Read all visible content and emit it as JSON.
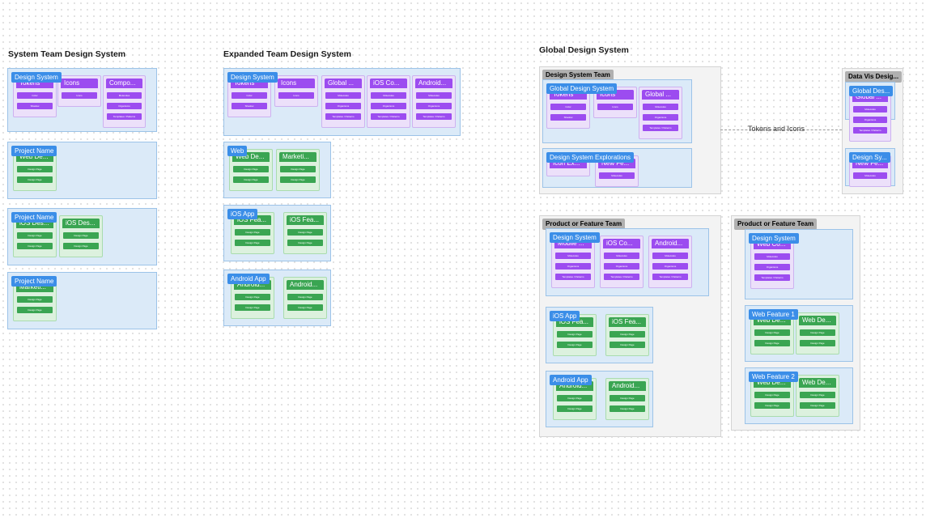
{
  "titles": {
    "system_team": "System Team Design System",
    "expanded_team": "Expanded Team Design System",
    "global": "Global Design System"
  },
  "sections": [
    {
      "id": "sec-design-system-team",
      "label": "Design System Team"
    },
    {
      "id": "sec-data-vis",
      "label": "Data Vis Desig..."
    },
    {
      "id": "sec-product-1",
      "label": "Product or Feature Team"
    },
    {
      "id": "sec-product-2",
      "label": "Product or Feature Team"
    }
  ],
  "connector_label": "Tokens and Icons",
  "projects": [
    {
      "label": "Design System",
      "files": [
        {
          "label": "Tokens",
          "color": "purple",
          "pages": [
            "Color",
            "Shadow"
          ]
        },
        {
          "label": "Icons",
          "color": "purple",
          "pages": [
            "Icons"
          ]
        },
        {
          "label": "Compo...",
          "color": "purple",
          "pages": [
            "Molecules",
            "Organisms",
            "Templates / Patterns"
          ]
        }
      ]
    },
    {
      "label": "Project Name",
      "files": [
        {
          "label": "Web De...",
          "color": "green",
          "pages": [
            "Design Page",
            "Design Page"
          ]
        }
      ]
    },
    {
      "label": "Project Name",
      "files": [
        {
          "label": "iOS Des...",
          "color": "green",
          "pages": [
            "Design Page",
            "Design Page"
          ]
        },
        {
          "label": "iOS Des...",
          "color": "green",
          "pages": [
            "Design Page",
            "Design Page"
          ]
        }
      ]
    },
    {
      "label": "Project Name",
      "files": [
        {
          "label": "Marketi...",
          "color": "green",
          "pages": [
            "Design Page",
            "Design Page"
          ]
        }
      ]
    },
    {
      "label": "Design System",
      "files": [
        {
          "label": "Tokens",
          "color": "purple",
          "pages": [
            "Color",
            "Shadow"
          ]
        },
        {
          "label": "Icons",
          "color": "purple",
          "pages": [
            "Icons"
          ]
        },
        {
          "label": "Global ...",
          "color": "purple",
          "pages": [
            "Molecules",
            "Organisms",
            "Templates / Patterns"
          ]
        },
        {
          "label": "iOS Co...",
          "color": "purple",
          "pages": [
            "Molecules",
            "Organisms",
            "Templates / Patterns"
          ]
        },
        {
          "label": "Android...",
          "color": "purple",
          "pages": [
            "Molecules",
            "Organisms",
            "Templates / Patterns"
          ]
        }
      ]
    },
    {
      "label": "Web",
      "files": [
        {
          "label": "Web De...",
          "color": "green",
          "pages": [
            "Design Page",
            "Design Page"
          ]
        },
        {
          "label": "Marketi...",
          "color": "green",
          "pages": [
            "Design Page",
            "Design Page"
          ]
        }
      ]
    },
    {
      "label": "iOS App",
      "files": [
        {
          "label": "iOS Fea...",
          "color": "green",
          "pages": [
            "Design Page",
            "Design Page"
          ]
        },
        {
          "label": "iOS Fea...",
          "color": "green",
          "pages": [
            "Design Page",
            "Design Page"
          ]
        }
      ]
    },
    {
      "label": "Android App",
      "files": [
        {
          "label": "Android...",
          "color": "green",
          "pages": [
            "Design Page",
            "Design Page"
          ]
        },
        {
          "label": "Android...",
          "color": "green",
          "pages": [
            "Design Page",
            "Design Page"
          ]
        }
      ]
    },
    {
      "label": "Global Design System",
      "files": [
        {
          "label": "Tokens",
          "color": "purple",
          "pages": [
            "Color",
            "Shadow"
          ]
        },
        {
          "label": "Icons",
          "color": "purple",
          "pages": [
            "Icons"
          ]
        },
        {
          "label": "Global ...",
          "color": "purple",
          "pages": [
            "Molecules",
            "Organisms",
            "Templates / Patterns"
          ]
        }
      ]
    },
    {
      "label": "Design System Explorations",
      "files": [
        {
          "label": "Icon Ex...",
          "color": "purple",
          "pages": []
        },
        {
          "label": "New Fe...",
          "color": "purple",
          "pages": [
            "Molecules"
          ]
        }
      ]
    },
    {
      "label": "Global Des...",
      "files": [
        {
          "label": "Global ...",
          "color": "purple",
          "pages": [
            "Molecules",
            "Organisms",
            "Templates / Patterns"
          ]
        }
      ]
    },
    {
      "label": "Design Sy...",
      "files": [
        {
          "label": "New Fe...",
          "color": "purple",
          "pages": [
            "Molecules"
          ]
        }
      ]
    },
    {
      "label": "Design System",
      "files": [
        {
          "label": "Mobile ...",
          "color": "purple",
          "pages": [
            "Molecules",
            "Organisms",
            "Templates / Patterns"
          ]
        },
        {
          "label": "iOS Co...",
          "color": "purple",
          "pages": [
            "Molecules",
            "Organisms",
            "Templates / Patterns"
          ]
        },
        {
          "label": "Android...",
          "color": "purple",
          "pages": [
            "Molecules",
            "Organisms",
            "Templates / Patterns"
          ]
        }
      ]
    },
    {
      "label": "iOS App",
      "files": [
        {
          "label": "iOS Fea...",
          "color": "green",
          "pages": [
            "Design Page",
            "Design Page"
          ]
        },
        {
          "label": "iOS Fea...",
          "color": "green",
          "pages": [
            "Design Page",
            "Design Page"
          ]
        }
      ]
    },
    {
      "label": "Android App",
      "files": [
        {
          "label": "Android...",
          "color": "green",
          "pages": [
            "Design Page",
            "Design Page"
          ]
        },
        {
          "label": "Android...",
          "color": "green",
          "pages": [
            "Design Page",
            "Design Page"
          ]
        }
      ]
    },
    {
      "label": "Design System",
      "files": [
        {
          "label": "Web Co...",
          "color": "purple",
          "pages": [
            "Molecules",
            "Organisms",
            "Templates / Patterns"
          ]
        }
      ]
    },
    {
      "label": "Web Feature 1",
      "files": [
        {
          "label": "Web De...",
          "color": "green",
          "pages": [
            "Design Page",
            "Design Page"
          ]
        },
        {
          "label": "Web De...",
          "color": "green",
          "pages": [
            "Design Page",
            "Design Page"
          ]
        }
      ]
    },
    {
      "label": "Web Feature 2",
      "files": [
        {
          "label": "Web De...",
          "color": "green",
          "pages": [
            "Design Page",
            "Design Page"
          ]
        },
        {
          "label": "Web De...",
          "color": "green",
          "pages": [
            "Design Page",
            "Design Page"
          ]
        }
      ]
    }
  ]
}
